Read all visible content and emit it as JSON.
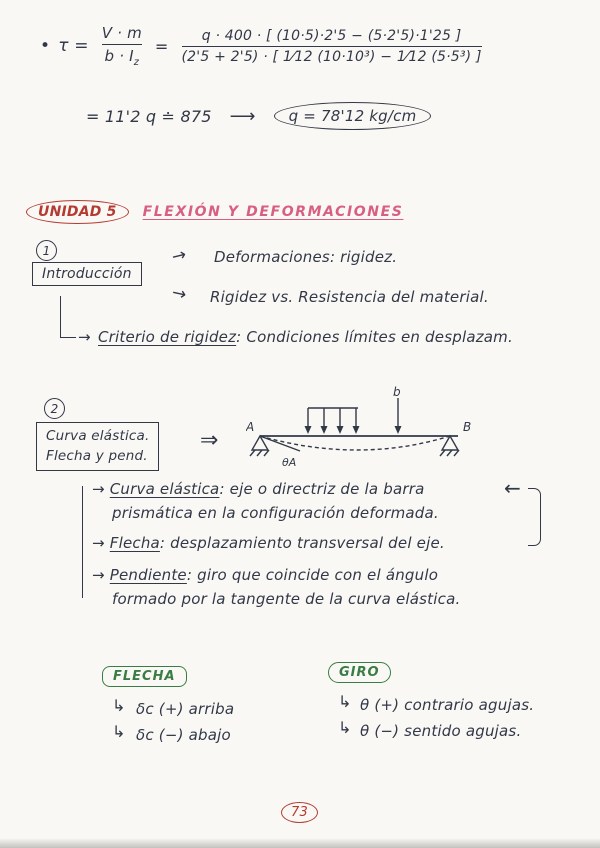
{
  "colors": {
    "paper": "#faf8f4",
    "ink": "#323848",
    "red": "#b43b32",
    "pink": "#d85f82",
    "green": "#3a7d44"
  },
  "formula": {
    "bullet": "•",
    "lhs": "τ =",
    "frac1_num": "V · m",
    "frac1_den": "b · I",
    "frac1_den_sub": "z",
    "equals": "=",
    "frac2_num": "q · 400 · [ (10·5)·2'5 − (5·2'5)·1'25 ]",
    "frac2_den": "(2'5 + 2'5) · [ 1⁄12 (10·10³) − 1⁄12 (5·5³) ]",
    "result_line": "= 11'2 q ≐ 875",
    "arrow": "⟶",
    "result_boxed": "q = 78'12 kg/cm"
  },
  "heading": {
    "unidad": "UNIDAD 5",
    "title": "FLEXIÓN Y DEFORMACIONES"
  },
  "intro": {
    "number": "1",
    "box": "Introducción",
    "arrow": "→",
    "item1": "Deformaciones: rigidez.",
    "item2": "Rigidez vs. Resistencia del material.",
    "criterio_term": "Criterio de rigidez",
    "criterio_rest": ": Condiciones límites en desplazam."
  },
  "elastic": {
    "number": "2",
    "box_line1": "Curva elástica.",
    "box_line2": "Flecha y pend.",
    "implies": "⇒",
    "beam": {
      "a": "A",
      "b": "B",
      "load": "b",
      "theta": "θA"
    }
  },
  "definitions": {
    "arrow": "→",
    "back_arrow": "←",
    "items": [
      {
        "term": "Curva elástica",
        "rest": ": eje o directriz de la barra",
        "rest2": "prismática en la configuración deformada."
      },
      {
        "term": "Flecha",
        "rest": ": desplazamiento transversal del eje.",
        "rest2": ""
      },
      {
        "term": "Pendiente",
        "rest": ": giro que coincide con el ángulo",
        "rest2": "formado por la tangente de la curva elástica."
      }
    ]
  },
  "flecha": {
    "title": "FLECHA",
    "hook": "↳",
    "item1": "δc (+) arriba",
    "item2": "δc (−) abajo"
  },
  "giro": {
    "title": "GIRO",
    "hook": "↳",
    "item1": "θ (+) contrario agujas.",
    "item2": "θ (−) sentido agujas."
  },
  "footer": {
    "page": "73"
  }
}
